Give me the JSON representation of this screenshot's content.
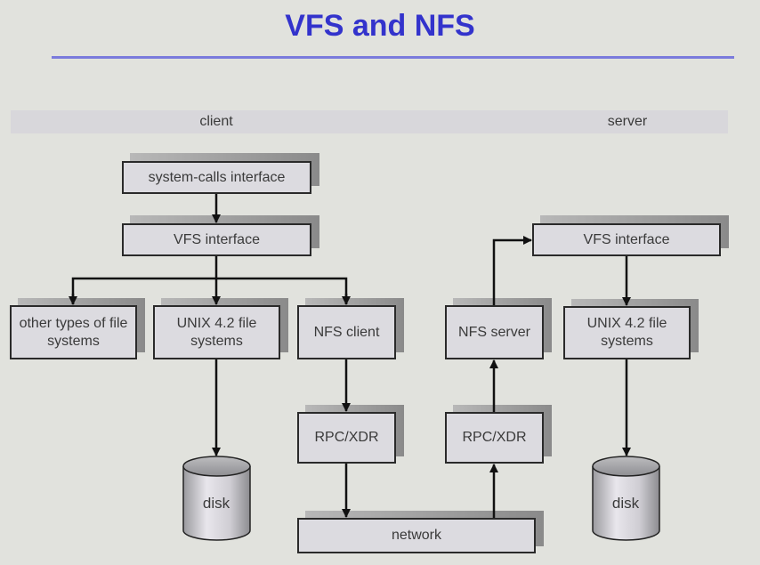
{
  "title": "VFS and NFS",
  "columns": {
    "client": "client",
    "server": "server"
  },
  "client": {
    "syscalls": "system-calls interface",
    "vfs": "VFS interface",
    "other_fs": "other types of file systems",
    "unix_fs": "UNIX 4.2 file systems",
    "nfs_client": "NFS client",
    "rpc": "RPC/XDR",
    "disk": "disk"
  },
  "server": {
    "vfs": "VFS interface",
    "nfs_server": "NFS server",
    "unix_fs": "UNIX 4.2 file systems",
    "rpc": "RPC/XDR",
    "disk": "disk"
  },
  "network": "network",
  "colors": {
    "title": "#3333cc",
    "rule": "#7b7bdc",
    "box_fill": "#dcdbe0",
    "line": "#111111"
  }
}
